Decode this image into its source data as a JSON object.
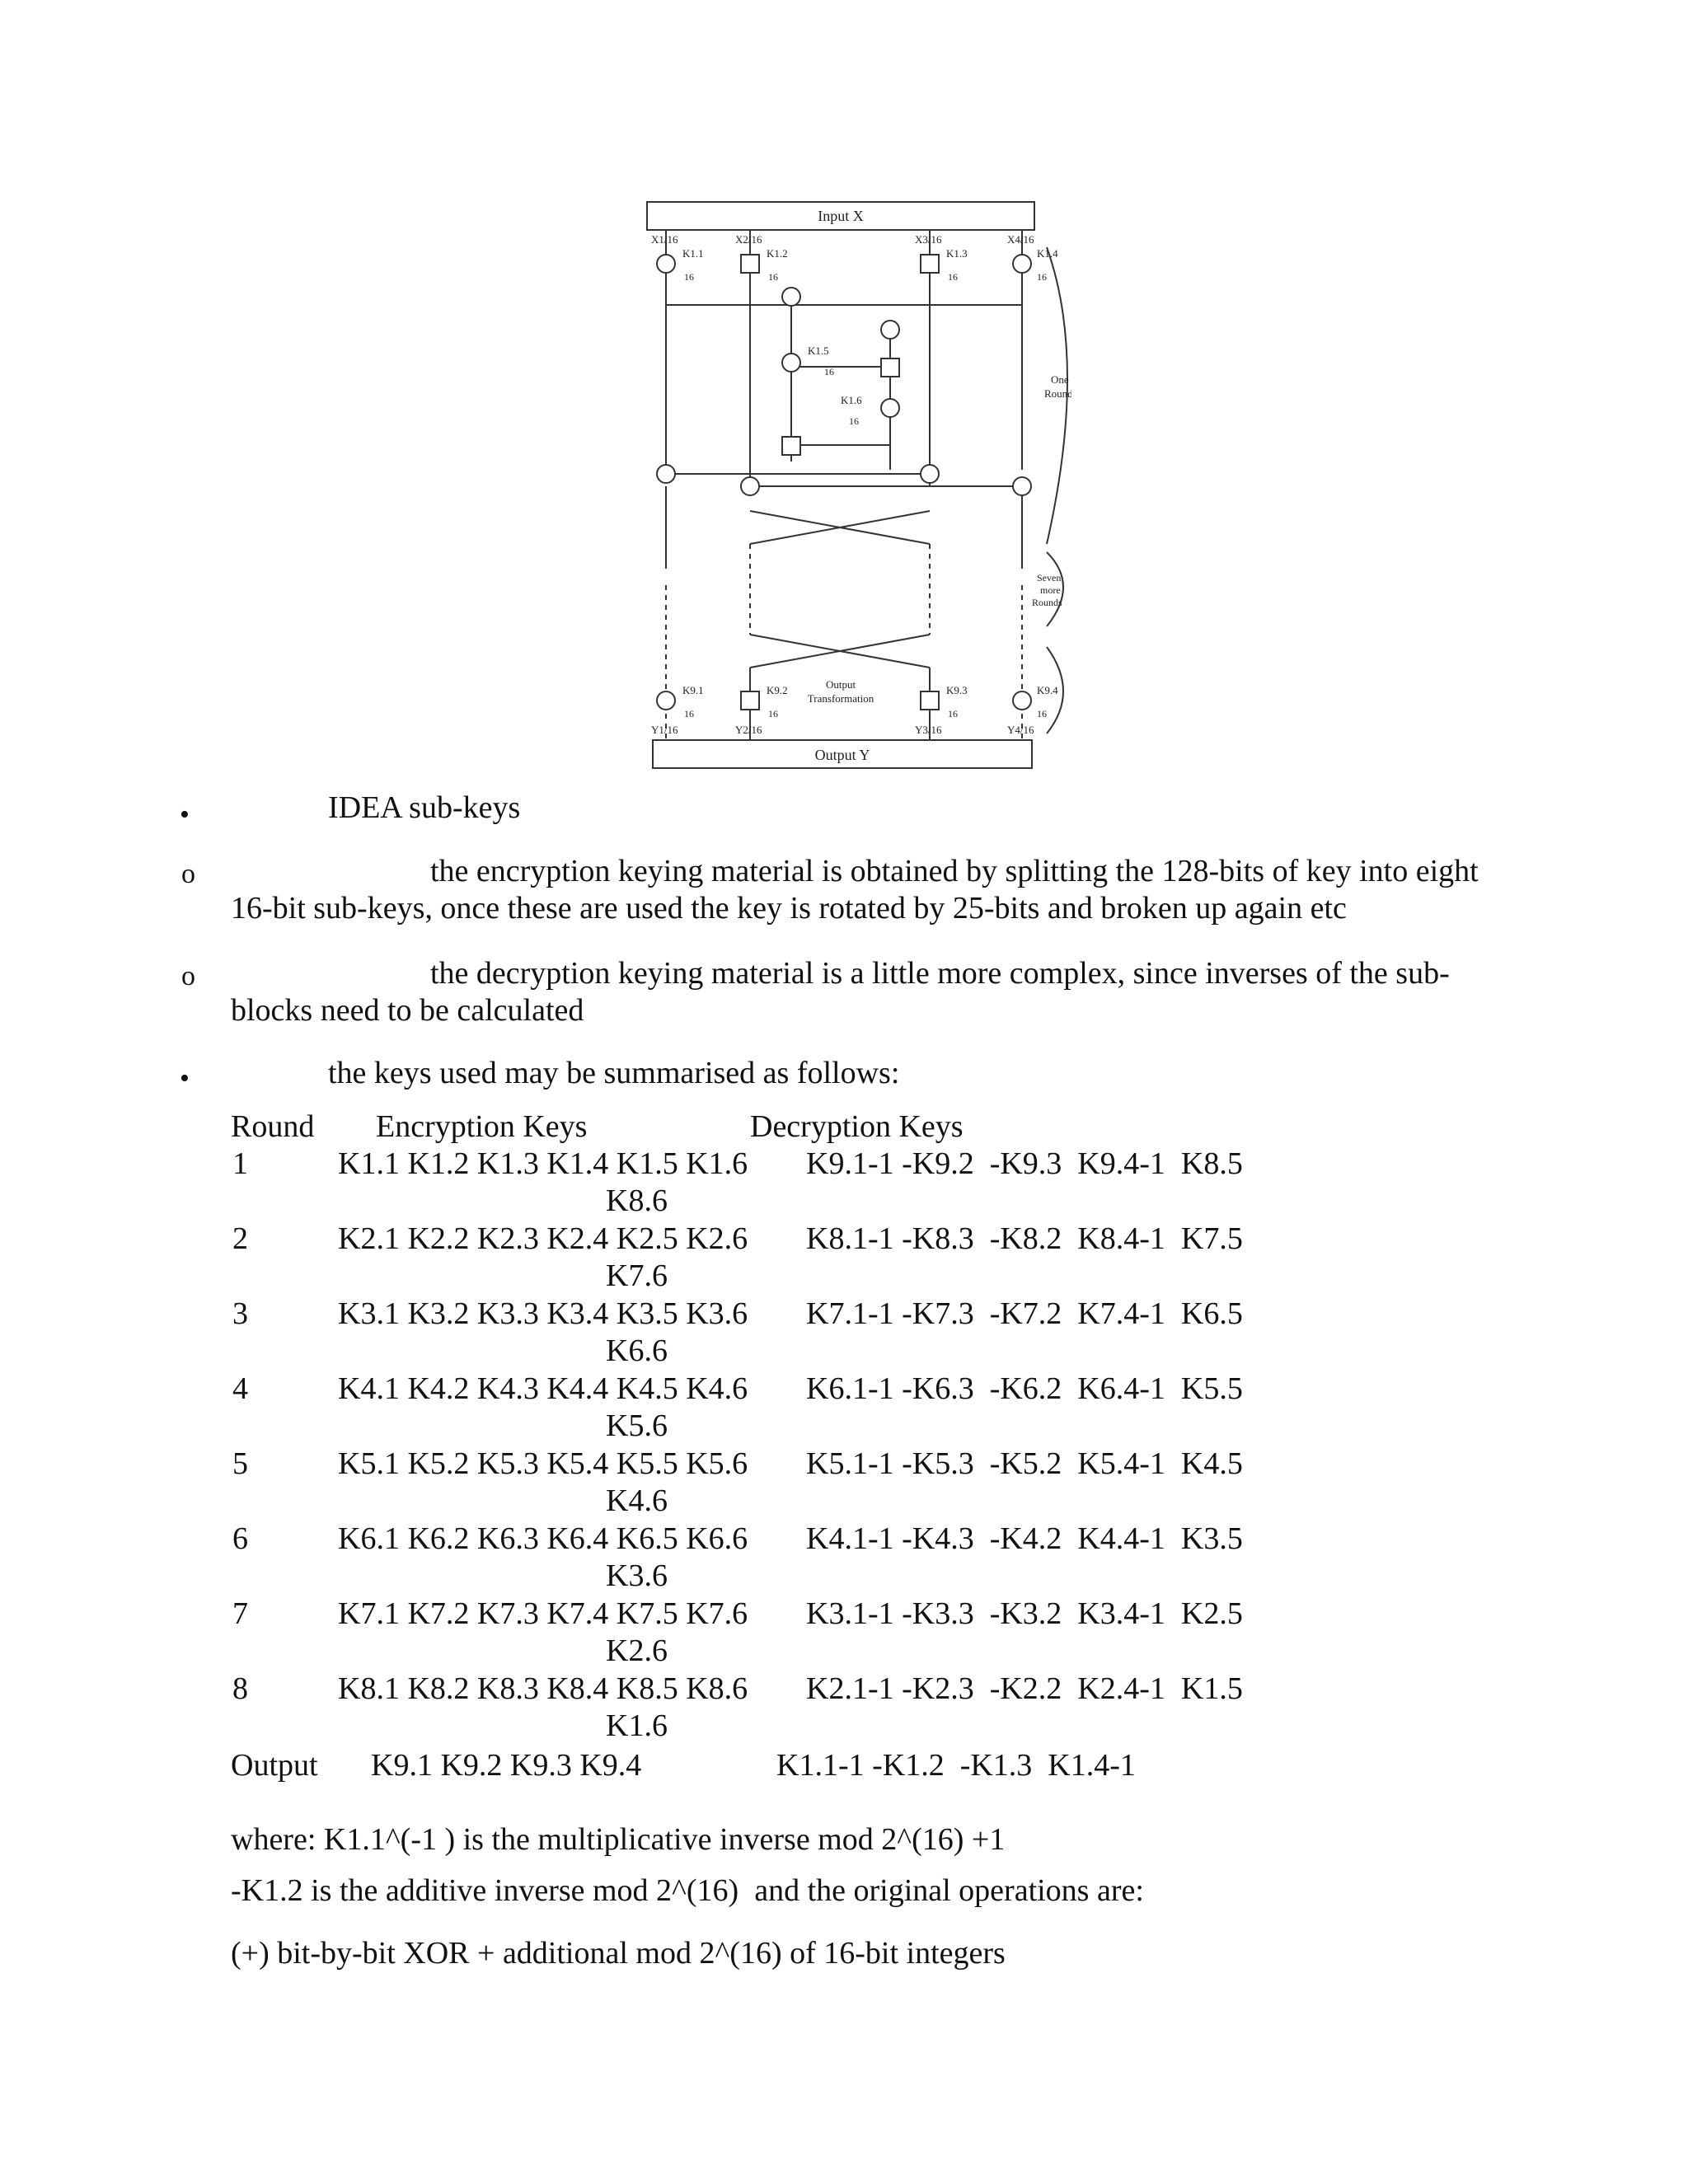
{
  "diagram": {
    "input_label": "Input X",
    "output_label": "Output Y",
    "input_words": [
      "X1/16",
      "X2/16",
      "X3/16",
      "X4/16"
    ],
    "output_words": [
      "Y1/16",
      "Y2/16",
      "Y3/16",
      "Y4/16"
    ],
    "round_keys": [
      "K1.1",
      "K1.2",
      "K1.3",
      "K1.4",
      "K1.5",
      "K1.6"
    ],
    "output_keys": [
      "K9.1",
      "K9.2",
      "K9.3",
      "K9.4"
    ],
    "bits": "16",
    "one_round": [
      "One",
      "Round"
    ],
    "seven_rounds": [
      "Seven",
      "more",
      "Rounds"
    ],
    "output_transformation": [
      "Output",
      "Transformation"
    ]
  },
  "bullets": {
    "b1": "IDEA sub-keys",
    "b1_sub1_line1": "the encryption keying material is obtained by splitting the 128-bits of key into eight",
    "b1_sub1_line2": "16-bit sub-keys, once these are used the key is rotated by 25-bits and broken up again etc",
    "b1_sub2_line1": "the decryption keying material is a little more complex, since inverses of the sub-",
    "b1_sub2_line2": "blocks need to be calculated",
    "b2": "the keys used may be summarised as follows:"
  },
  "table": {
    "headers": {
      "round": "Round",
      "enc": "Encryption Keys",
      "dec": "Decryption Keys"
    },
    "rows": [
      {
        "round": "1",
        "enc": "K1.1 K1.2 K1.3 K1.4 K1.5 K1.6",
        "dec": "K9.1-1 -K9.2  -K9.3  K9.4-1  K8.5",
        "wrap": "K8.6"
      },
      {
        "round": "2",
        "enc": "K2.1 K2.2 K2.3 K2.4 K2.5 K2.6",
        "dec": "K8.1-1 -K8.3  -K8.2  K8.4-1  K7.5",
        "wrap": "K7.6"
      },
      {
        "round": "3",
        "enc": "K3.1 K3.2 K3.3 K3.4 K3.5 K3.6",
        "dec": "K7.1-1 -K7.3  -K7.2  K7.4-1  K6.5",
        "wrap": "K6.6"
      },
      {
        "round": "4",
        "enc": "K4.1 K4.2 K4.3 K4.4 K4.5 K4.6",
        "dec": "K6.1-1 -K6.3  -K6.2  K6.4-1  K5.5",
        "wrap": "K5.6"
      },
      {
        "round": "5",
        "enc": "K5.1 K5.2 K5.3 K5.4 K5.5 K5.6",
        "dec": "K5.1-1 -K5.3  -K5.2  K5.4-1  K4.5",
        "wrap": "K4.6"
      },
      {
        "round": "6",
        "enc": "K6.1 K6.2 K6.3 K6.4 K6.5 K6.6",
        "dec": "K4.1-1 -K4.3  -K4.2  K4.4-1  K3.5",
        "wrap": "K3.6"
      },
      {
        "round": "7",
        "enc": "K7.1 K7.2 K7.3 K7.4 K7.5 K7.6",
        "dec": "K3.1-1 -K3.3  -K3.2  K3.4-1  K2.5",
        "wrap": "K2.6"
      },
      {
        "round": "8",
        "enc": "K8.1 K8.2 K8.3 K8.4 K8.5 K8.6",
        "dec": "K2.1-1 -K2.3  -K2.2  K2.4-1  K1.5",
        "wrap": "K1.6"
      }
    ],
    "output_row": {
      "round": "Output",
      "enc": "K9.1 K9.2 K9.3 K9.4",
      "dec": "K1.1-1 -K1.2  -K1.3  K1.4-1"
    }
  },
  "notes": {
    "where": "where:  K1.1^(-1 ) is the multiplicative inverse mod 2^(16) +1",
    "additive": "-K1.2 is the additive inverse mod 2^(16)  and the original operations are:",
    "ops": "(+) bit-by-bit XOR + additional mod 2^(16) of 16-bit integers"
  }
}
